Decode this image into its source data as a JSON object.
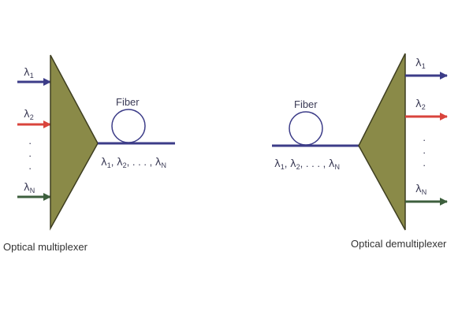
{
  "colors": {
    "prism_fill": "#8a8a48",
    "prism_stroke": "#3e3e20",
    "fiber": "#3c3c88",
    "coil": "#3c3c88",
    "lambda1": "#3c3c88",
    "lambda2": "#d9443c",
    "lambdaN": "#3d5f3d",
    "text": "#3a3a55"
  },
  "multiplexer": {
    "caption": "Optical multiplexer",
    "fiber_label": "Fiber",
    "inputs": [
      {
        "symbol": "λ",
        "sub": "1"
      },
      {
        "symbol": "λ",
        "sub": "2"
      },
      {
        "symbol": "λ",
        "sub": "N"
      }
    ],
    "dots": [
      "·",
      "·",
      "·"
    ],
    "output_label": {
      "l1": "λ",
      "s1": "1",
      "sep1": ", ",
      "l2": "λ",
      "s2": "2",
      "sep2": ", . . . , ",
      "l3": "λ",
      "s3": "N"
    }
  },
  "demultiplexer": {
    "caption": "Optical demultiplexer",
    "fiber_label": "Fiber",
    "outputs": [
      {
        "symbol": "λ",
        "sub": "1"
      },
      {
        "symbol": "λ",
        "sub": "2"
      },
      {
        "symbol": "λ",
        "sub": "N"
      }
    ],
    "dots": [
      "·",
      "·",
      "·"
    ],
    "input_label": {
      "l1": "λ",
      "s1": "1",
      "sep1": ", ",
      "l2": "λ",
      "s2": "2",
      "sep2": ", . . . , ",
      "l3": "λ",
      "s3": "N"
    }
  }
}
